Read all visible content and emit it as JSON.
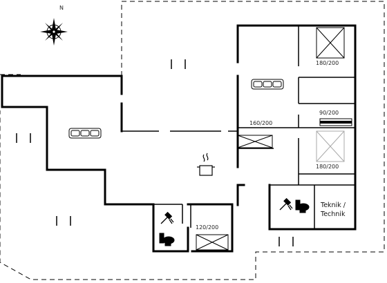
{
  "compass": {
    "north_label": "N"
  },
  "bed_labels": {
    "bed_a": "180/200",
    "bed_b": "90/200",
    "bed_c": "180/200",
    "bed_d": "160/200",
    "bed_e": "120/200"
  },
  "technical_room": {
    "line1": "Teknik /",
    "line2": "Technik"
  },
  "icons": [
    "compass-rose-icon",
    "sofa-icon",
    "cooking-pot-icon",
    "shower-icon",
    "toilet-icon",
    "bed-icon"
  ],
  "colors": {
    "wall": "#000000",
    "outline": "#000000",
    "text": "#222222"
  }
}
